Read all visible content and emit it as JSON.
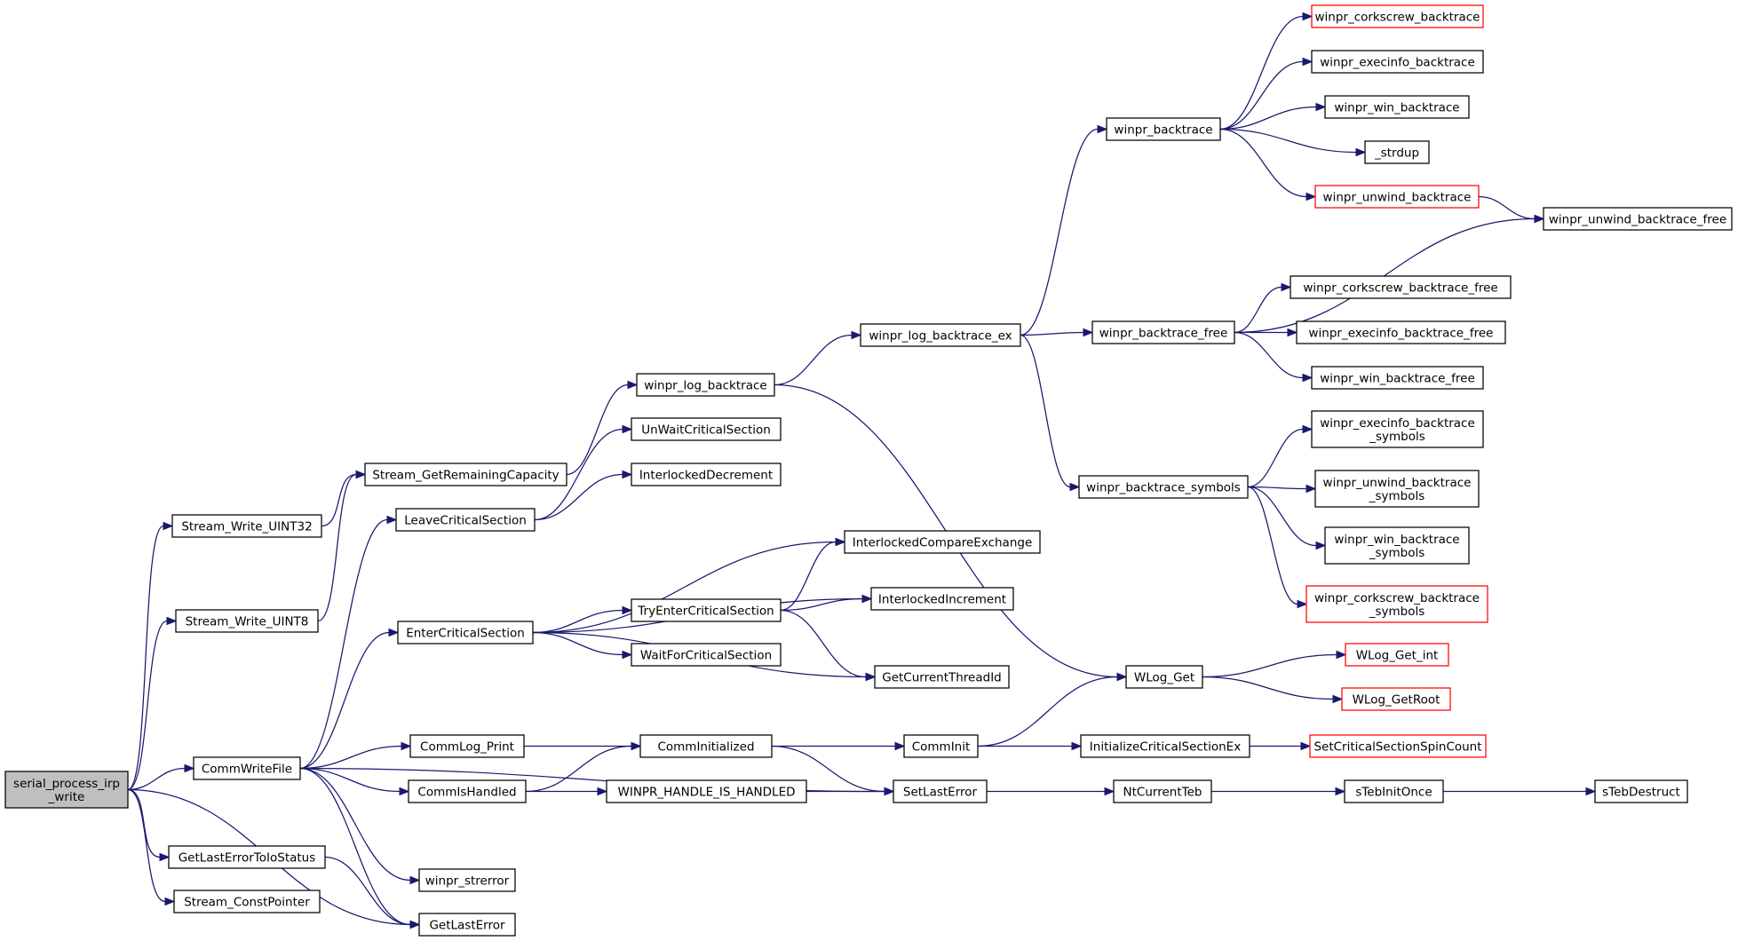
{
  "graph": {
    "nodes": [
      {
        "id": "n0",
        "lines": [
          "serial_process_irp",
          "_write"
        ],
        "root": true
      },
      {
        "id": "n1",
        "lines": [
          "Stream_Write_UINT32"
        ]
      },
      {
        "id": "n2",
        "lines": [
          "Stream_Write_UINT8"
        ]
      },
      {
        "id": "n3",
        "lines": [
          "CommWriteFile"
        ]
      },
      {
        "id": "n4",
        "lines": [
          "GetLastErrorToIoStatus"
        ]
      },
      {
        "id": "n5",
        "lines": [
          "Stream_ConstPointer"
        ]
      },
      {
        "id": "n6",
        "lines": [
          "Stream_GetRemainingCapacity"
        ]
      },
      {
        "id": "n7",
        "lines": [
          "LeaveCriticalSection"
        ]
      },
      {
        "id": "n8",
        "lines": [
          "EnterCriticalSection"
        ]
      },
      {
        "id": "n9",
        "lines": [
          "CommLog_Print"
        ]
      },
      {
        "id": "n10",
        "lines": [
          "CommIsHandled"
        ]
      },
      {
        "id": "n11",
        "lines": [
          "winpr_strerror"
        ]
      },
      {
        "id": "n12",
        "lines": [
          "GetLastError"
        ]
      },
      {
        "id": "n13",
        "lines": [
          "winpr_log_backtrace"
        ]
      },
      {
        "id": "n14",
        "lines": [
          "UnWaitCriticalSection"
        ]
      },
      {
        "id": "n15",
        "lines": [
          "InterlockedDecrement"
        ]
      },
      {
        "id": "n16",
        "lines": [
          "TryEnterCriticalSection"
        ]
      },
      {
        "id": "n17",
        "lines": [
          "WaitForCriticalSection"
        ]
      },
      {
        "id": "n18",
        "lines": [
          "CommInitialized"
        ]
      },
      {
        "id": "n19",
        "lines": [
          "WINPR_HANDLE_IS_HANDLED"
        ]
      },
      {
        "id": "n20",
        "lines": [
          "winpr_log_backtrace_ex"
        ]
      },
      {
        "id": "n21",
        "lines": [
          "InterlockedCompareExchange"
        ]
      },
      {
        "id": "n22",
        "lines": [
          "InterlockedIncrement"
        ]
      },
      {
        "id": "n23",
        "lines": [
          "GetCurrentThreadId"
        ]
      },
      {
        "id": "n24",
        "lines": [
          "CommInit"
        ]
      },
      {
        "id": "n25",
        "lines": [
          "SetLastError"
        ]
      },
      {
        "id": "n26",
        "lines": [
          "winpr_backtrace"
        ]
      },
      {
        "id": "n27",
        "lines": [
          "winpr_backtrace_free"
        ]
      },
      {
        "id": "n28",
        "lines": [
          "winpr_backtrace_symbols"
        ]
      },
      {
        "id": "n29",
        "lines": [
          "WLog_Get"
        ]
      },
      {
        "id": "n30",
        "lines": [
          "InitializeCriticalSectionEx"
        ]
      },
      {
        "id": "n31",
        "lines": [
          "NtCurrentTeb"
        ]
      },
      {
        "id": "n32",
        "lines": [
          "winpr_corkscrew_backtrace"
        ],
        "truncated": true
      },
      {
        "id": "n33",
        "lines": [
          "winpr_execinfo_backtrace"
        ]
      },
      {
        "id": "n34",
        "lines": [
          "winpr_win_backtrace"
        ]
      },
      {
        "id": "n35",
        "lines": [
          "_strdup"
        ]
      },
      {
        "id": "n36",
        "lines": [
          "winpr_unwind_backtrace"
        ],
        "truncated": true
      },
      {
        "id": "n37",
        "lines": [
          "winpr_corkscrew_backtrace_free"
        ]
      },
      {
        "id": "n38",
        "lines": [
          "winpr_execinfo_backtrace_free"
        ]
      },
      {
        "id": "n39",
        "lines": [
          "winpr_win_backtrace_free"
        ]
      },
      {
        "id": "n40",
        "lines": [
          "winpr_execinfo_backtrace",
          "_symbols"
        ]
      },
      {
        "id": "n41",
        "lines": [
          "winpr_unwind_backtrace",
          "_symbols"
        ]
      },
      {
        "id": "n42",
        "lines": [
          "winpr_win_backtrace",
          "_symbols"
        ]
      },
      {
        "id": "n43",
        "lines": [
          "winpr_corkscrew_backtrace",
          "_symbols"
        ],
        "truncated": true
      },
      {
        "id": "n44",
        "lines": [
          "WLog_Get_int"
        ],
        "truncated": true
      },
      {
        "id": "n45",
        "lines": [
          "WLog_GetRoot"
        ],
        "truncated": true
      },
      {
        "id": "n46",
        "lines": [
          "SetCriticalSectionSpinCount"
        ],
        "truncated": true
      },
      {
        "id": "n47",
        "lines": [
          "sTebInitOnce"
        ]
      },
      {
        "id": "n48",
        "lines": [
          "winpr_unwind_backtrace_free"
        ]
      },
      {
        "id": "n49",
        "lines": [
          "sTebDestruct"
        ]
      }
    ],
    "edges": [
      [
        "n0",
        "n1"
      ],
      [
        "n0",
        "n2"
      ],
      [
        "n0",
        "n3"
      ],
      [
        "n0",
        "n4"
      ],
      [
        "n0",
        "n5"
      ],
      [
        "n0",
        "n12"
      ],
      [
        "n1",
        "n6"
      ],
      [
        "n2",
        "n6"
      ],
      [
        "n3",
        "n7"
      ],
      [
        "n3",
        "n8"
      ],
      [
        "n3",
        "n9"
      ],
      [
        "n3",
        "n10"
      ],
      [
        "n3",
        "n11"
      ],
      [
        "n3",
        "n12"
      ],
      [
        "n3",
        "n25"
      ],
      [
        "n4",
        "n12"
      ],
      [
        "n6",
        "n13"
      ],
      [
        "n7",
        "n14"
      ],
      [
        "n7",
        "n15"
      ],
      [
        "n8",
        "n16"
      ],
      [
        "n8",
        "n17"
      ],
      [
        "n8",
        "n21"
      ],
      [
        "n8",
        "n22"
      ],
      [
        "n8",
        "n23"
      ],
      [
        "n9",
        "n18"
      ],
      [
        "n10",
        "n18"
      ],
      [
        "n10",
        "n19"
      ],
      [
        "n13",
        "n20"
      ],
      [
        "n13",
        "n29"
      ],
      [
        "n16",
        "n21"
      ],
      [
        "n16",
        "n22"
      ],
      [
        "n16",
        "n23"
      ],
      [
        "n18",
        "n24"
      ],
      [
        "n18",
        "n25"
      ],
      [
        "n19",
        "n25"
      ],
      [
        "n20",
        "n26"
      ],
      [
        "n20",
        "n27"
      ],
      [
        "n20",
        "n28"
      ],
      [
        "n24",
        "n29"
      ],
      [
        "n24",
        "n30"
      ],
      [
        "n25",
        "n31"
      ],
      [
        "n26",
        "n32"
      ],
      [
        "n26",
        "n33"
      ],
      [
        "n26",
        "n34"
      ],
      [
        "n26",
        "n35"
      ],
      [
        "n26",
        "n36"
      ],
      [
        "n27",
        "n37"
      ],
      [
        "n27",
        "n38"
      ],
      [
        "n27",
        "n39"
      ],
      [
        "n27",
        "n48"
      ],
      [
        "n28",
        "n40"
      ],
      [
        "n28",
        "n41"
      ],
      [
        "n28",
        "n42"
      ],
      [
        "n28",
        "n43"
      ],
      [
        "n29",
        "n44"
      ],
      [
        "n29",
        "n45"
      ],
      [
        "n30",
        "n46"
      ],
      [
        "n31",
        "n47"
      ],
      [
        "n36",
        "n48"
      ],
      [
        "n47",
        "n49"
      ]
    ]
  }
}
